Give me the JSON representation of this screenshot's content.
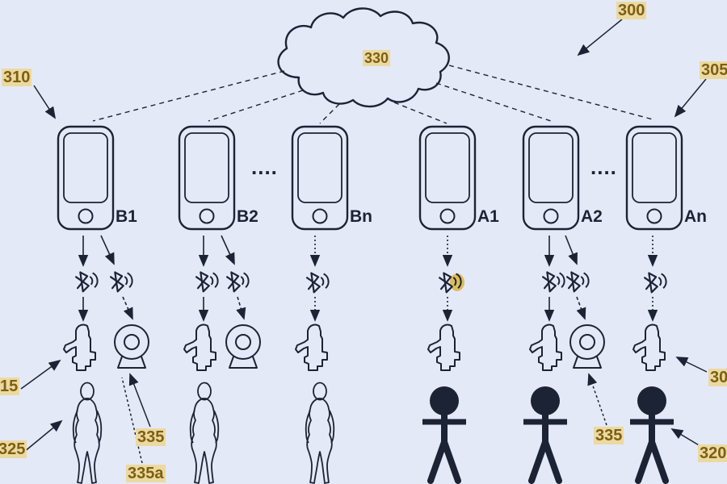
{
  "canvas": {
    "background": "#e3e9f6",
    "line_color": "#1b2335",
    "highlight_bg": "#ecd9a2",
    "highlight_text": "#7d5f10",
    "bluetooth_highlight": "#dcb84a"
  },
  "cloud": {
    "label": "330"
  },
  "phones": {
    "items": [
      {
        "label": "B1"
      },
      {
        "label": "B2"
      },
      {
        "label": "Bn"
      },
      {
        "label": "A1"
      },
      {
        "label": "A2"
      },
      {
        "label": "An"
      }
    ],
    "ellipsis_b": "....",
    "ellipsis_a": "...."
  },
  "refs": {
    "system": "300",
    "phone_a": "305",
    "phone_b": "310",
    "wearable_b": "15",
    "user_b": "325",
    "camera": "335",
    "camera_alt": "335a",
    "camera_a": "335",
    "user_a": "320",
    "wearable_a": "30"
  },
  "icons": {
    "cloud": "network-cloud",
    "bluetooth": "bluetooth-signal-icon",
    "wearable": "wearable-sensor-icon",
    "camera": "webcam-icon",
    "female": "female-user-figure",
    "stick": "stick-user-figure"
  }
}
